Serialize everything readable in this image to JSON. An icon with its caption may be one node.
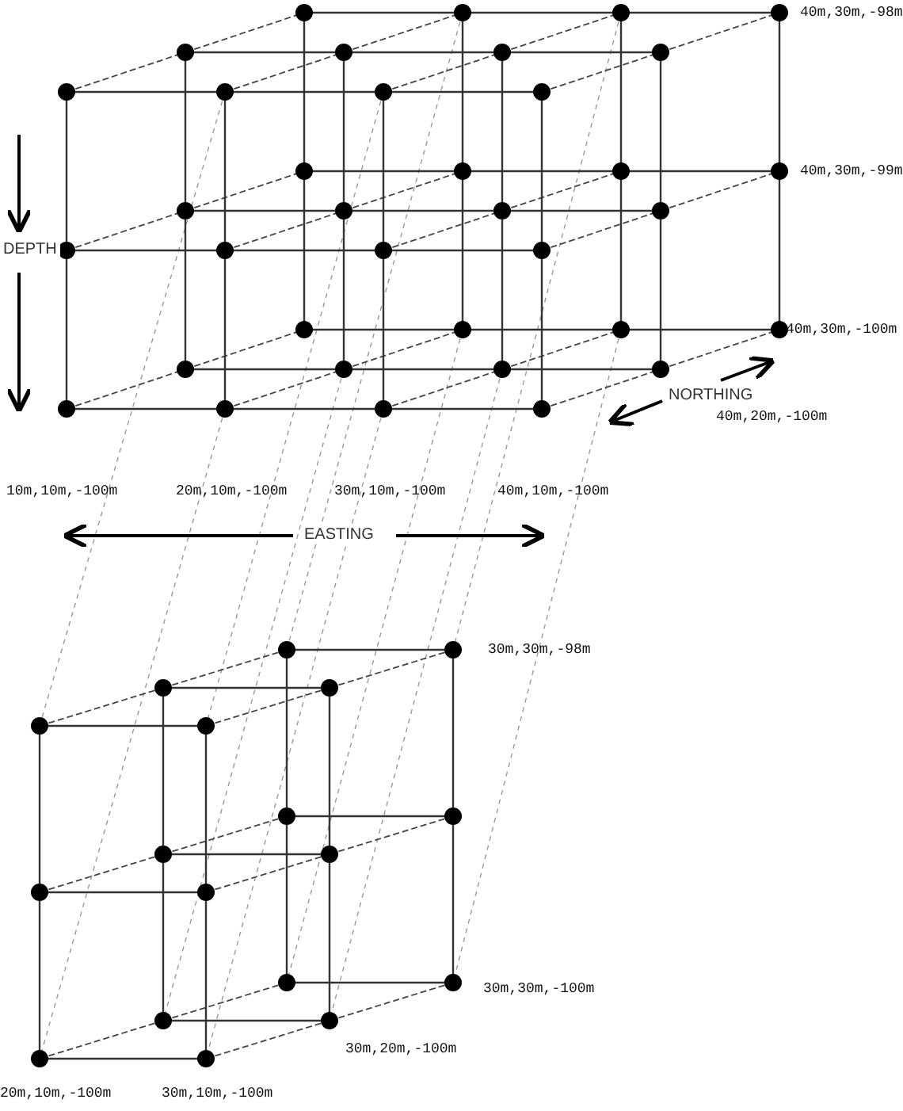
{
  "diagram": {
    "labels": [
      "40m,30m,-98m",
      "40m,30m,-99m",
      "DEPTH",
      "40m,30m,-100m",
      "NORTHING",
      "40m,20m,-100m",
      "10m,10m,-100m",
      "20m,10m,-100m",
      "30m,10m,-100m",
      "40m,10m,-100m",
      "EASTING",
      "30m,30m,-98m",
      "30m,30m,-100m",
      "30m,20m,-100m",
      "20m,10m,-100m",
      "30m,10m,-100m"
    ]
  }
}
